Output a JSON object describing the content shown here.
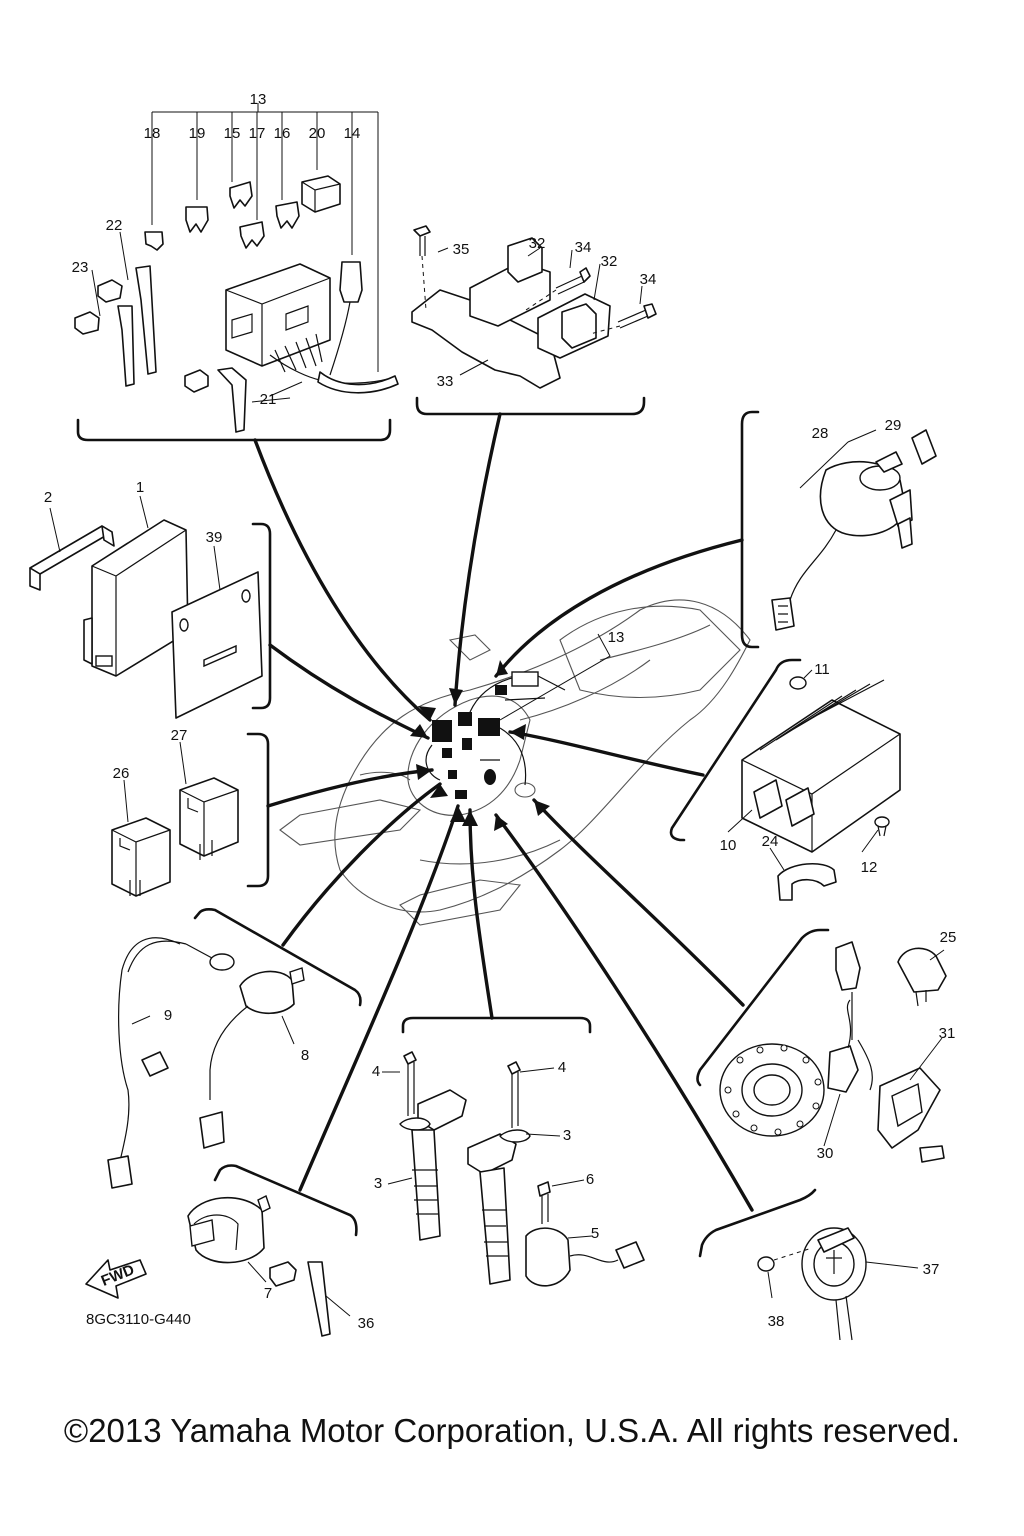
{
  "labels": {
    "n1": "1",
    "n2": "2",
    "n3": "3",
    "n4": "4",
    "n5": "5",
    "n6": "6",
    "n7": "7",
    "n8": "8",
    "n9": "9",
    "n10": "10",
    "n11": "11",
    "n12": "12",
    "n13": "13",
    "n14": "14",
    "n15": "15",
    "n16": "16",
    "n17": "17",
    "n18": "18",
    "n19": "19",
    "n20": "20",
    "n21": "21",
    "n22": "22",
    "n23": "23",
    "n24": "24",
    "n25": "25",
    "n26": "26",
    "n27": "27",
    "n28": "28",
    "n29": "29",
    "n30": "30",
    "n31": "31",
    "n32": "32",
    "n33": "33",
    "n34": "34",
    "n35": "35",
    "n36": "36",
    "n37": "37",
    "n38": "38",
    "n39": "39"
  },
  "drawing_code": "8GC3110-G440",
  "fwd_label": "FWD",
  "copyright": "©2013 Yamaha Motor Corporation, U.S.A. All rights reserved."
}
